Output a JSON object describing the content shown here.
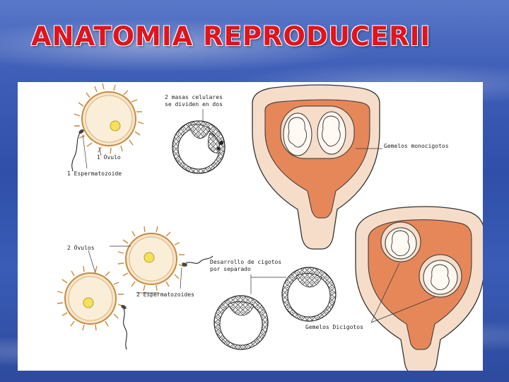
{
  "title": "ANATOMIA REPRODUCERII",
  "labels": {
    "two_cell_masses_line1": "2 masas celulares",
    "two_cell_masses_line2": "se dividen en dos",
    "one_ovum": "1 Óvulo",
    "one_sperm": "1 Espermatozoide",
    "identical_twins": "Gemelos monocigotos",
    "two_ova": "2 Óvulos",
    "two_sperm": "2 Espermatozoides",
    "zygotes_line1": "Desarrollo de cigotos",
    "zygotes_line2": "por separado",
    "fraternal_twins": "Gemelos Dicigotos"
  },
  "colors": {
    "title_red": "#e0141e",
    "uterus_wall": "#f6ddc9",
    "uterus_cavity": "#e6875a",
    "ovum_fill": "#fbeed8",
    "nucleus": "#f3e25a"
  }
}
